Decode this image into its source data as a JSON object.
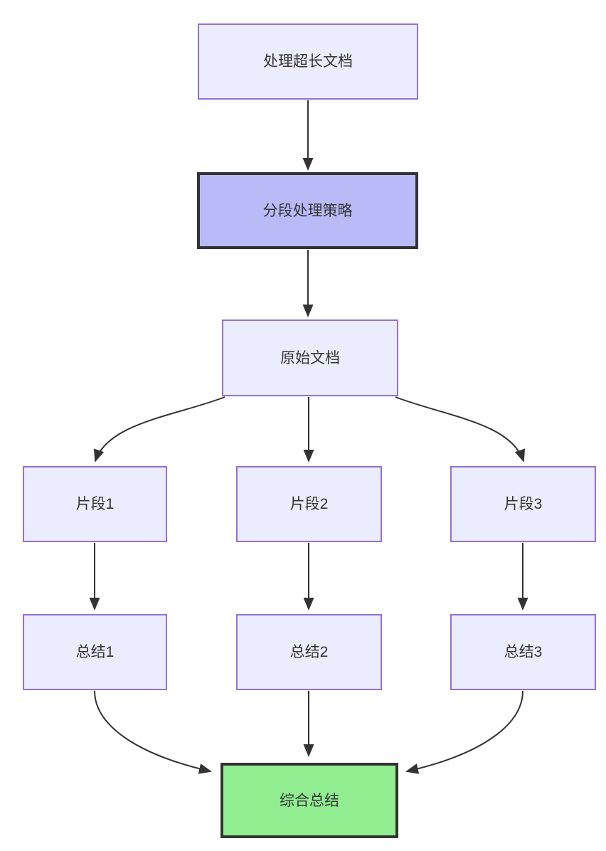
{
  "diagram": {
    "type": "flowchart",
    "direction": "top-down",
    "nodes": {
      "task": {
        "label": "处理超长文档"
      },
      "strategy": {
        "label": "分段处理策略"
      },
      "source": {
        "label": "原始文档"
      },
      "frag1": {
        "label": "片段1"
      },
      "frag2": {
        "label": "片段2"
      },
      "frag3": {
        "label": "片段3"
      },
      "sum1": {
        "label": "总结1"
      },
      "sum2": {
        "label": "总结2"
      },
      "sum3": {
        "label": "总结3"
      },
      "final": {
        "label": "综合总结"
      }
    },
    "edges": [
      {
        "from": "task",
        "to": "strategy"
      },
      {
        "from": "strategy",
        "to": "source"
      },
      {
        "from": "source",
        "to": "frag1"
      },
      {
        "from": "source",
        "to": "frag2"
      },
      {
        "from": "source",
        "to": "frag3"
      },
      {
        "from": "frag1",
        "to": "sum1"
      },
      {
        "from": "frag2",
        "to": "sum2"
      },
      {
        "from": "frag3",
        "to": "sum3"
      },
      {
        "from": "sum1",
        "to": "final"
      },
      {
        "from": "sum2",
        "to": "final"
      },
      {
        "from": "sum3",
        "to": "final"
      }
    ],
    "colors": {
      "node_fill": "#ececff",
      "node_border": "#9370db",
      "strategy_fill": "#b8bbf8",
      "strategy_border": "#333333",
      "final_fill": "#90ee90",
      "final_border": "#333333",
      "edge_color": "#333333",
      "text_color": "#333333"
    }
  }
}
